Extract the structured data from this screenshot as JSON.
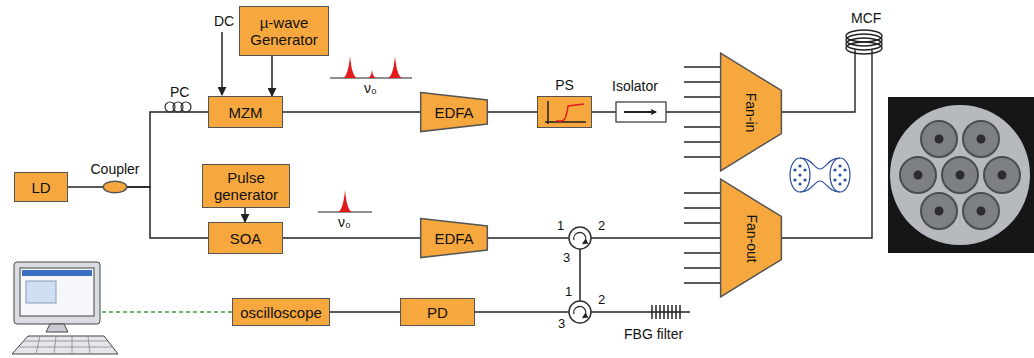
{
  "diagram": {
    "nodes": [
      {
        "text": [
          "LD"
        ]
      },
      {
        "text": [
          "Coupler"
        ]
      },
      {
        "text": [
          "MZM"
        ]
      },
      {
        "text": [
          "µ-wave Generator"
        ]
      },
      {
        "text": [
          "EDFA"
        ]
      },
      {
        "text": [
          "PS"
        ]
      },
      {
        "text": [
          "Fan-in"
        ]
      },
      {
        "text": [
          "Pulse generator"
        ]
      },
      {
        "text": [
          "SOA"
        ]
      },
      {
        "text": [
          "EDFA"
        ]
      },
      {
        "text": [
          "Fan-out"
        ]
      },
      {
        "text": [
          "oscilloscope"
        ]
      },
      {
        "text": [
          "PD"
        ]
      }
    ],
    "edges": [
      {
        "from": 0,
        "to": 1,
        "arrow": "none"
      },
      {
        "from": 1,
        "to": 2,
        "arrow": "none"
      },
      {
        "from": 3,
        "to": 2,
        "arrow": "to"
      },
      {
        "from": 2,
        "to": 4,
        "arrow": "none"
      },
      {
        "from": 4,
        "to": 5,
        "arrow": "none"
      },
      {
        "from": 5,
        "to": 6,
        "arrow": "none"
      },
      {
        "from": 1,
        "to": 8,
        "arrow": "none"
      },
      {
        "from": 7,
        "to": 8,
        "arrow": "to"
      },
      {
        "from": 8,
        "to": 9,
        "arrow": "none"
      },
      {
        "from": 9,
        "to": 10,
        "arrow": "none"
      },
      {
        "from": 12,
        "to": 11,
        "arrow": "none"
      }
    ],
    "labels": [
      "PC",
      "DC",
      "ν₀",
      "ν₀",
      "Isolator",
      "MCF",
      "1",
      "2",
      "3",
      "1",
      "3",
      "2",
      "FBG filter"
    ]
  }
}
